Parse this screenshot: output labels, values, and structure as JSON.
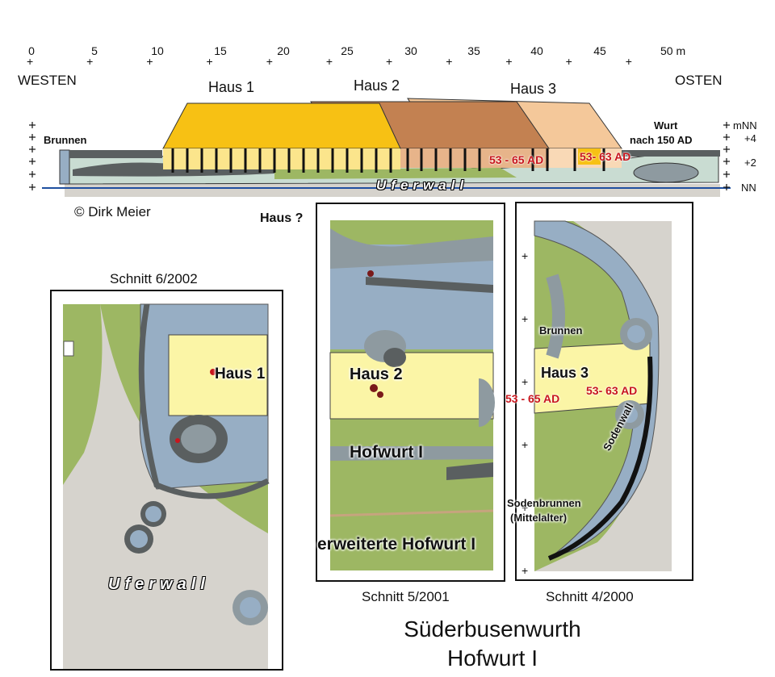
{
  "scale": {
    "ticks": [
      "0",
      "5",
      "10",
      "15",
      "20",
      "25",
      "30",
      "35",
      "40",
      "45",
      "50 m"
    ],
    "west": "WESTEN",
    "east": "OSTEN"
  },
  "profile": {
    "house1": "Haus 1",
    "house2": "Haus 2",
    "house3": "Haus 3",
    "well": "Brunnen",
    "mound_line1": "Wurt",
    "mound_line2": "nach 150 AD",
    "date1": "53 - 65 AD",
    "date2": "53- 63 AD",
    "levee": "Uferwall",
    "right_scale": [
      "mNN",
      "+4",
      "+2",
      "NN"
    ],
    "copyright": "© Dirk Meier",
    "house_q": "Haus ?"
  },
  "map6": {
    "caption_top": "Schnitt 6/2002",
    "house": "Haus 1",
    "levee": "Uferwall"
  },
  "map5": {
    "house": "Haus 2",
    "mound": "Hofwurt I",
    "extended": "erweiterte Hofwurt I",
    "caption": "Schnitt 5/2001"
  },
  "map4": {
    "well": "Brunnen",
    "house": "Haus 3",
    "date1": "53 - 65 AD",
    "date2": "53- 63 AD",
    "sod_well_1": "Sodenbrunnen",
    "sod_well_2": "(Mittelalter)",
    "sod_wall": "Sodenwall",
    "caption": "Schnitt 4/2000"
  },
  "title": {
    "line1": "Süderbusenwurth",
    "line2": "Hofwurt I"
  },
  "colors": {
    "green": "#9db763",
    "blue_gray": "#97aec4",
    "light_gray": "#d6d3cd",
    "yellow": "#fbf5a6",
    "roof1": "#f7c114",
    "roof2": "#c38151",
    "roof3": "#f4c89a",
    "dark": "#5a5f60",
    "red": "#c8161d",
    "water_line": "#1f4fa0"
  }
}
